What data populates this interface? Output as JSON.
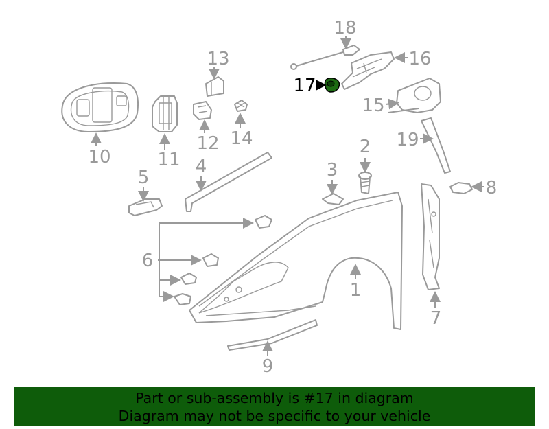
{
  "labels": {
    "p1": "1",
    "p2": "2",
    "p3": "3",
    "p4": "4",
    "p5": "5",
    "p6": "6",
    "p7": "7",
    "p8": "8",
    "p9": "9",
    "p10": "10",
    "p11": "11",
    "p12": "12",
    "p13": "13",
    "p14": "14",
    "p15": "15",
    "p16": "16",
    "p17": "17",
    "p18": "18",
    "p19": "19"
  },
  "highlight_part": "17",
  "colors": {
    "line": "#9a9a9a",
    "highlight_fill": "#1d6b12",
    "banner_bg": "#0e5c0a"
  },
  "banner": {
    "line1": "Part or sub-assembly is #17 in diagram",
    "line2": "Diagram may not be specific to your vehicle"
  }
}
